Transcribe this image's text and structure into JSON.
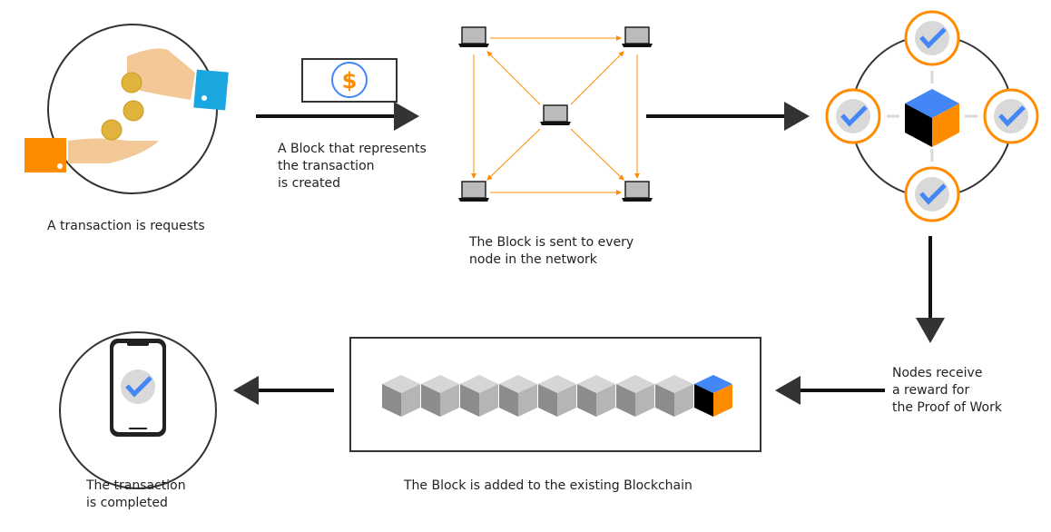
{
  "colors": {
    "orange": "#ff8c00",
    "blue": "#4287f5",
    "cuff_blue": "#1aa7e0",
    "skin": "#f2c897",
    "coin": "#e0b43c",
    "gray": "#d9d9d9",
    "dark": "#333333"
  },
  "steps": [
    {
      "lines": [
        "A transaction is requests"
      ]
    },
    {
      "lines": [
        "A Block that represents",
        "the transaction",
        "is created"
      ]
    },
    {
      "lines": [
        "The Block is sent to every",
        "node in the network"
      ]
    },
    {
      "lines": [
        "Nodes receive",
        "a reward for",
        "the Proof of Work"
      ]
    },
    {
      "lines": [
        "The Block is added to the existing Blockchain"
      ]
    },
    {
      "lines": [
        "The transaction",
        "is completed"
      ]
    }
  ],
  "block_symbol": "$",
  "chain_length": 9,
  "icons": [
    "hands-coins-icon",
    "dollar-block-icon",
    "laptop-network-icon",
    "validation-nodes-icon",
    "blockchain-icon",
    "phone-check-icon"
  ]
}
